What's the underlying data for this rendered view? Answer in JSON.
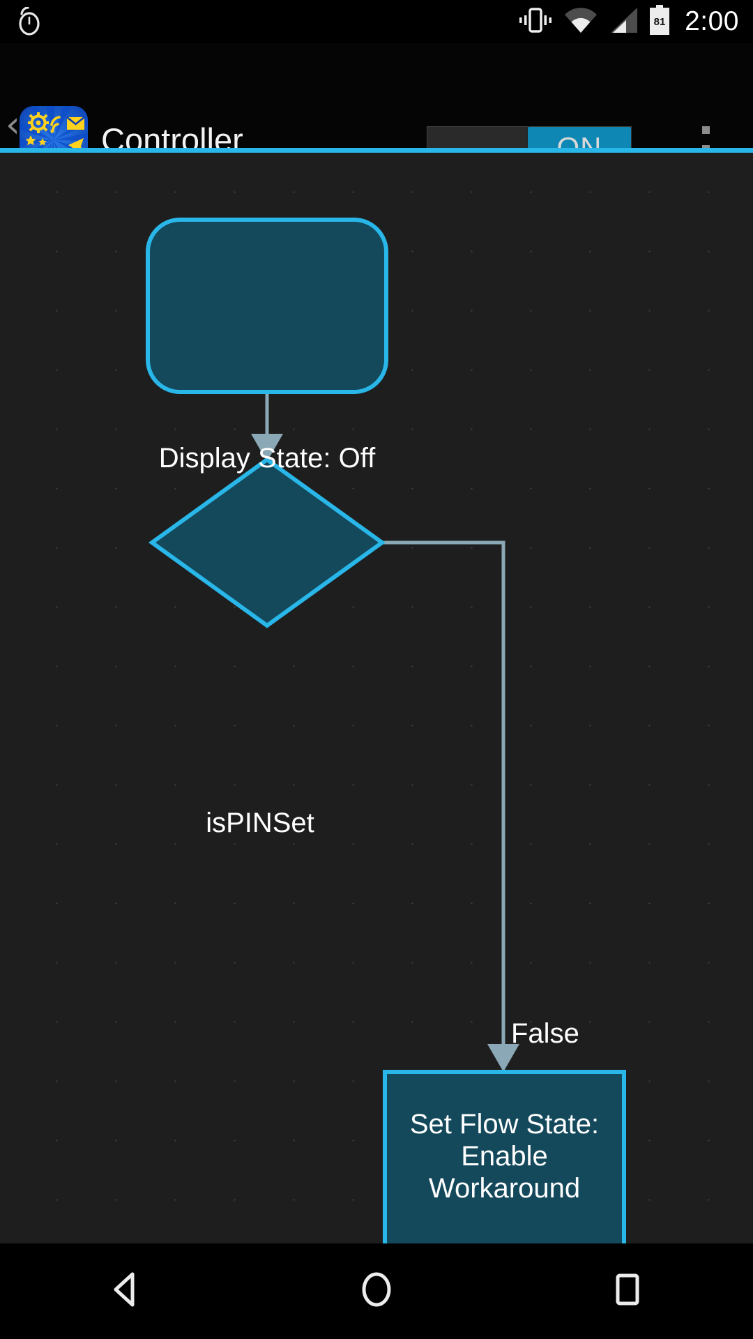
{
  "status_bar": {
    "alarm_icon": "alarm-clock-icon",
    "vibrate_icon": "vibrate-icon",
    "wifi_icon": "wifi-icon",
    "signal_icon": "cellular-signal-icon",
    "battery_icon": "battery-icon",
    "battery_level": "81",
    "time": "2:00"
  },
  "action_bar": {
    "back_glyph": "‹",
    "app_icon": "automate-app-icon",
    "title": "Controller",
    "toggle": {
      "label": "ON",
      "state": "on",
      "accent": "#0e87b4"
    },
    "overflow_label": "more-options",
    "accent_color": "#29b6e8"
  },
  "canvas": {
    "background": "#1e1e1e",
    "grid": "dotted",
    "node_fill": "#14495c",
    "node_stroke": "#29b6e8",
    "edge_color": "#8aa8b5",
    "nodes": [
      {
        "id": "display-state",
        "shape": "rounded-rect",
        "label": "Display State: Off"
      },
      {
        "id": "is-pin-set",
        "shape": "diamond",
        "label": "isPINSet"
      },
      {
        "id": "set-flow-state",
        "shape": "rect",
        "label": "Set Flow State:\nEnable\nWorkaround"
      }
    ],
    "edges": [
      {
        "from": "display-state",
        "to": "is-pin-set",
        "label": ""
      },
      {
        "from": "is-pin-set",
        "to": "set-flow-state",
        "label": "False"
      }
    ]
  },
  "nav_bar": {
    "back": "back-button",
    "home": "home-button",
    "recents": "recents-button"
  }
}
